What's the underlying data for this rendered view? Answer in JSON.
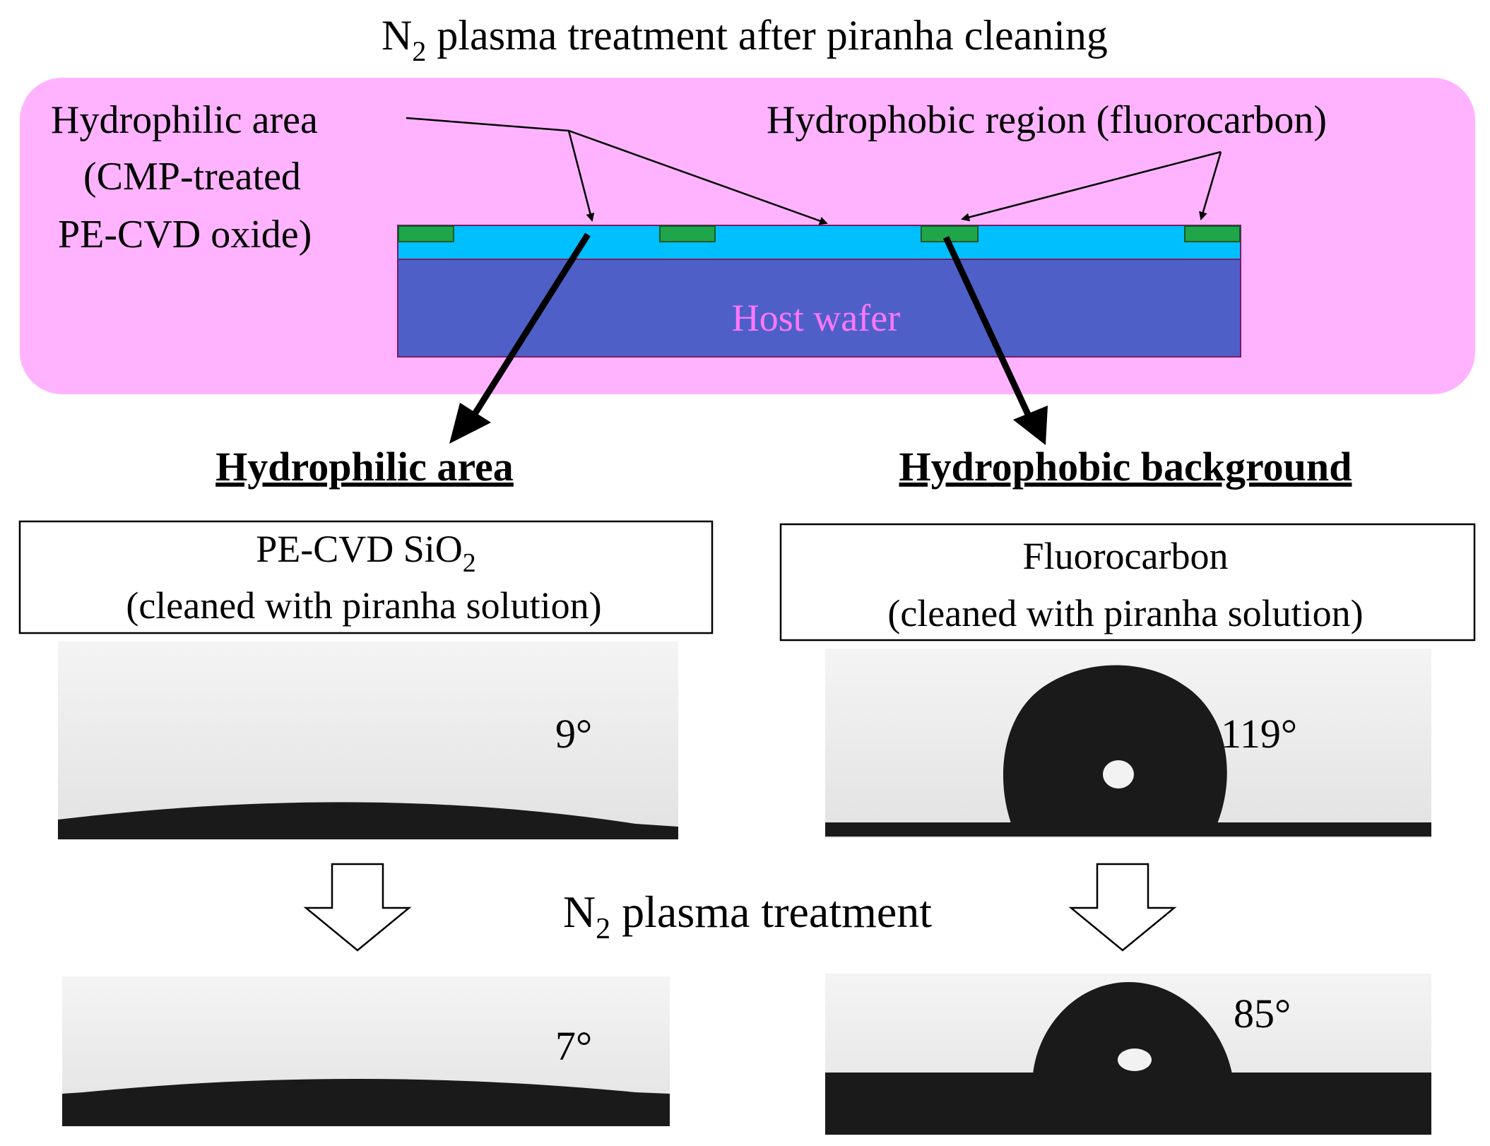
{
  "title": {
    "main": "N",
    "sub": "2",
    "rest": " plasma treatment after piranha cleaning"
  },
  "schematic": {
    "hydrophilic_label": [
      "Hydrophilic  area",
      "(CMP-treated",
      "PE-CVD oxide)"
    ],
    "hydrophobic_label": "Hydrophobic  region (fluorocarbon)",
    "wafer_label": "Host wafer",
    "colors": {
      "panel": "#ffb3ff",
      "oxide": "#00bfff",
      "wafer": "#4f5fc8",
      "pad": "#1fa64a",
      "wafer_text": "#ff77ff"
    }
  },
  "left": {
    "heading": "Hydrophilic  area",
    "box_line1_main": "PE-CVD SiO",
    "box_line1_sub": "2",
    "box_line2": "(cleaned  with piranha  solution)",
    "angle_before": "9°",
    "angle_after": "7°"
  },
  "right": {
    "heading": "Hydrophobic  background",
    "box_line1": "Fluorocarbon",
    "box_line2": "(cleaned  with piranha  solution)",
    "angle_before": "119°",
    "angle_after": "85°"
  },
  "treatment": {
    "main": "N",
    "sub": "2",
    "rest": " plasma treatment"
  }
}
